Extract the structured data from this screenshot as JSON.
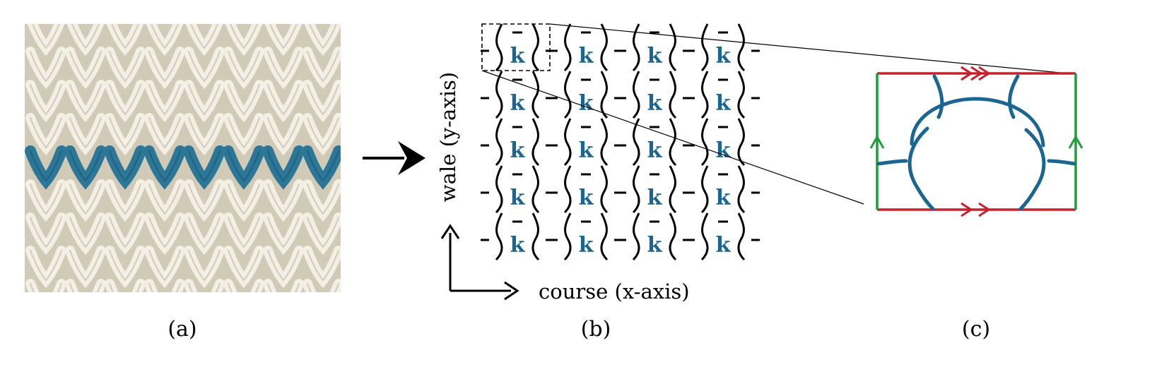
{
  "panels": {
    "a": {
      "caption": "(a)"
    },
    "b": {
      "caption": "(b)",
      "stitch_label": "k",
      "rows": 5,
      "cols": 4
    },
    "c": {
      "caption": "(c)"
    }
  },
  "axes": {
    "x_label": "course (x-axis)",
    "y_label": "wale (y-axis)"
  },
  "colors": {
    "yarn_blue": "#1a6591",
    "boundary_red": "#c8202c",
    "boundary_green": "#1e9e3a",
    "knit_cream": "#e9e4d6"
  }
}
